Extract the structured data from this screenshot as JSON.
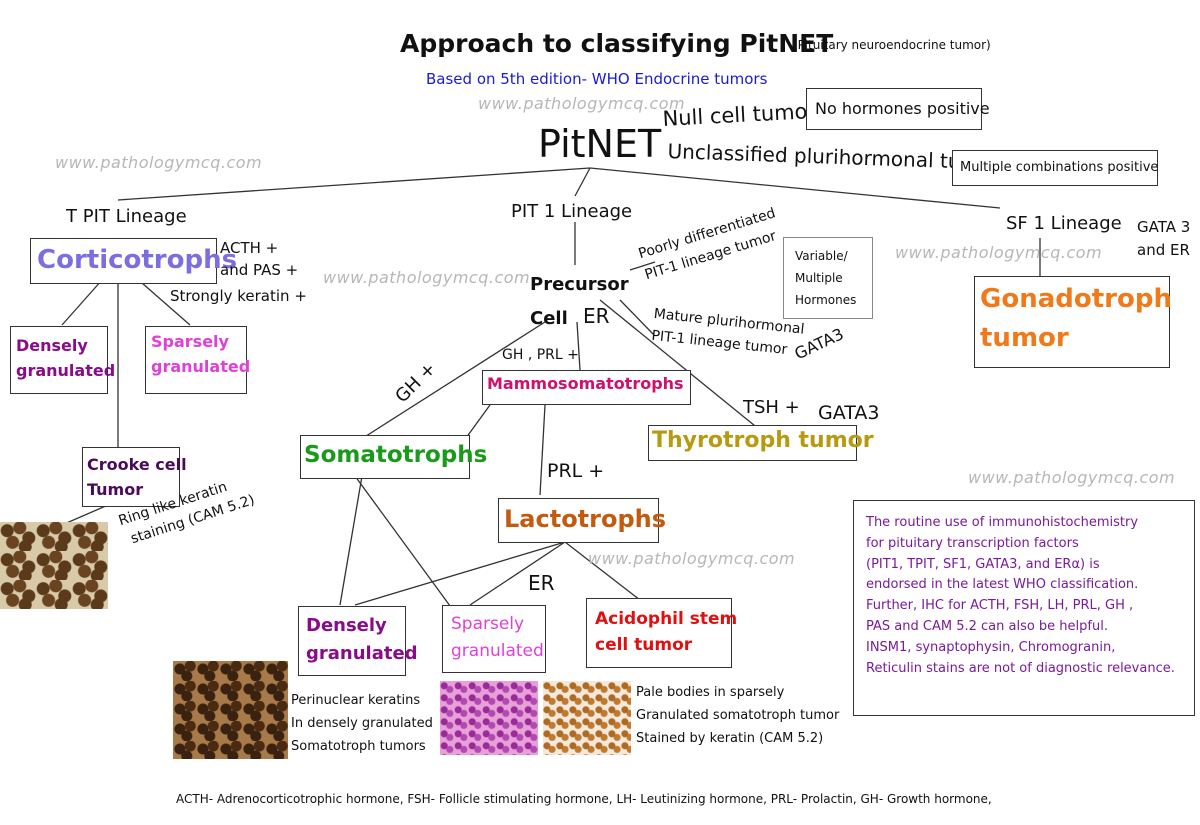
{
  "header": {
    "title": "Approach to classifying PitNET",
    "title_note": "(Pituitary neuroendocrine tumor)",
    "subtitle": "Based on 5th edition- WHO Endocrine tumors"
  },
  "watermark": "www.pathologymcq.com",
  "root": {
    "label": "PitNET"
  },
  "null_cell": {
    "label": "Null cell tumor",
    "box": "No hormones positive"
  },
  "unclassified": {
    "label": "Unclassified plurihormonal tumor",
    "box": "Multiple combinations positive"
  },
  "tpit": {
    "lineage": "T PIT Lineage",
    "cort": "Corticotrophs",
    "markers": [
      "ACTH +",
      "and PAS +",
      "Strongly keratin +"
    ],
    "dense": [
      "Densely",
      "granulated"
    ],
    "sparse": [
      "Sparsely",
      "granulated"
    ],
    "crooke": [
      "Crooke cell",
      "Tumor"
    ],
    "ring": [
      "Ring like keratin",
      "staining (CAM 5.2)"
    ]
  },
  "pit1": {
    "lineage": "PIT 1 Lineage",
    "precursor": [
      "Precursor",
      "Cell"
    ],
    "er": "ER",
    "poorly": [
      "Poorly differentiated",
      "PIT-1 lineage tumor"
    ],
    "variable": [
      "Variable/",
      "Multiple",
      "Hormones"
    ],
    "mature": [
      "Mature plurihormonal",
      "PIT-1 lineage tumor"
    ],
    "gata3_mature": "GATA3",
    "gh": "GH +",
    "ghprl": "GH , PRL +",
    "mammo": "Mammosomatotrophs",
    "tsh": "TSH +",
    "gata3_thyro": "GATA3",
    "thyro": "Thyrotroph tumor",
    "somato": "Somatotrophs",
    "prl": "PRL +",
    "lacto": "Lactotrophs",
    "er2": "ER",
    "dense": [
      "Densely",
      "granulated"
    ],
    "sparse": [
      "Sparsely",
      "granulated"
    ],
    "acido": [
      "Acidophil stem",
      "cell tumor"
    ],
    "peri": [
      "Perinuclear keratins",
      "In densely granulated",
      "Somatotroph tumors"
    ],
    "pale": [
      "Pale bodies in sparsely",
      "Granulated somatotroph tumor",
      "Stained by keratin (CAM 5.2)"
    ]
  },
  "sf1": {
    "lineage": "SF 1 Lineage",
    "markers": [
      "GATA 3",
      "and ER"
    ],
    "gonado": [
      "Gonadotroph",
      "tumor"
    ]
  },
  "note": [
    "The routine use of immunohistochemistry",
    "for pituitary transcription factors",
    "(PIT1, TPIT, SF1, GATA3, and ERα) is",
    "endorsed in the latest WHO classification.",
    "Further, IHC for ACTH, FSH, LH, PRL, GH ,",
    "PAS and CAM 5.2 can also be helpful.",
    "INSM1, synaptophysin, Chromogranin,",
    "Reticulin stains are not of diagnostic relevance."
  ],
  "footer": "ACTH- Adrenocorticotrophic hormone, FSH- Follicle stimulating hormone, LH- Leutinizing hormone, PRL- Prolactin, GH- Growth hormone,",
  "colors": {
    "corticotrophs": "#7b6ee0",
    "purple": "#8a0a8c",
    "magenta": "#e040d8",
    "dark_purple": "#4a0a5a",
    "green": "#1a9a1a",
    "mammo": "#d0106a",
    "lacto": "#c45a10",
    "gonado": "#f07a1a",
    "thyro": "#b89a10",
    "red": "#e01010",
    "blue": "#1a1ad8",
    "note_purple": "#7a1a9a"
  }
}
